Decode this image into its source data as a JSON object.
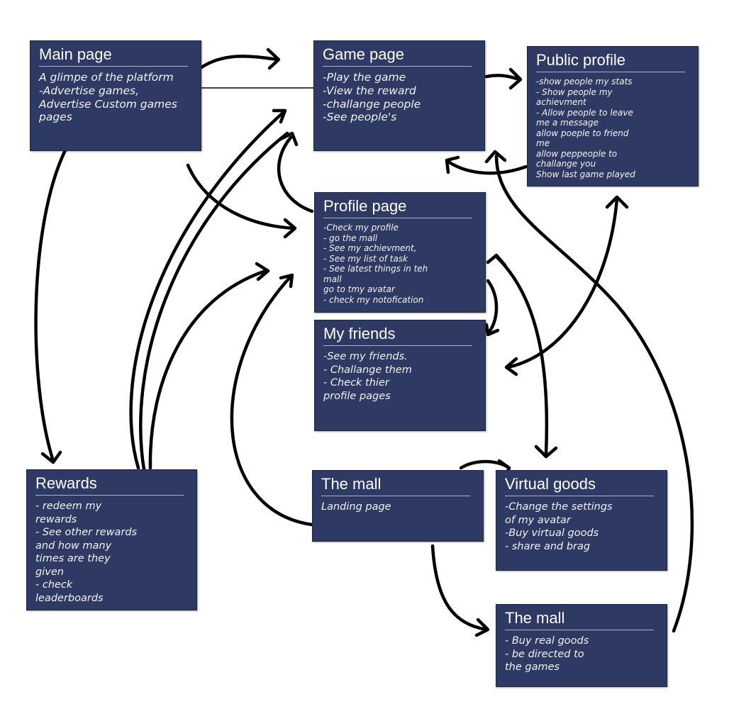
{
  "boxes": {
    "main_page": {
      "title": "Main page",
      "lines": [
        "A glimpe of the platform",
        "-Advertise games,",
        "Advertise Custom games",
        "pages"
      ]
    },
    "game_page": {
      "title": "Game page",
      "lines": [
        "-Play the game",
        "-View the reward",
        "-challange people",
        "-See people's"
      ]
    },
    "public_profile": {
      "title": "Public profile",
      "lines": [
        "-show people my stats",
        "- Show people my",
        "achievment",
        "- Allow people to leave",
        "me a message",
        "allow poeple to friend",
        "me",
        "allow peppeople to",
        "challange you",
        "Show last game played"
      ]
    },
    "profile_page": {
      "title": "Profile page",
      "lines": [
        "-Check my profile",
        "- go the mall",
        "- See my achievment,",
        "- See my list of task",
        "- See latest things in teh",
        "mall",
        "go to tmy avatar",
        "- check my notofication"
      ]
    },
    "my_friends": {
      "title": "My friends",
      "lines": [
        "-See my friends.",
        "- Challange them",
        "- Check thier",
        "profile pages"
      ]
    },
    "rewards": {
      "title": "Rewards",
      "lines": [
        "- redeem my",
        "rewards",
        "- See other rewards",
        "and how many",
        "times are they",
        "given",
        "- check",
        "leaderboards"
      ]
    },
    "the_mall_landing": {
      "title": "The mall",
      "lines": [
        "Landing page"
      ]
    },
    "virtual_goods": {
      "title": "Virtual goods",
      "lines": [
        "-Change the settings",
        "of my avatar",
        "-Buy virtual goods",
        "- share and brag"
      ]
    },
    "the_mall_real": {
      "title": "The mall",
      "lines": [
        "- Buy real goods",
        "- be directed to",
        "the games"
      ]
    }
  },
  "colors": {
    "box_fill": "#2e3a63",
    "box_text": "#ffffff",
    "arrow": "#000000"
  }
}
